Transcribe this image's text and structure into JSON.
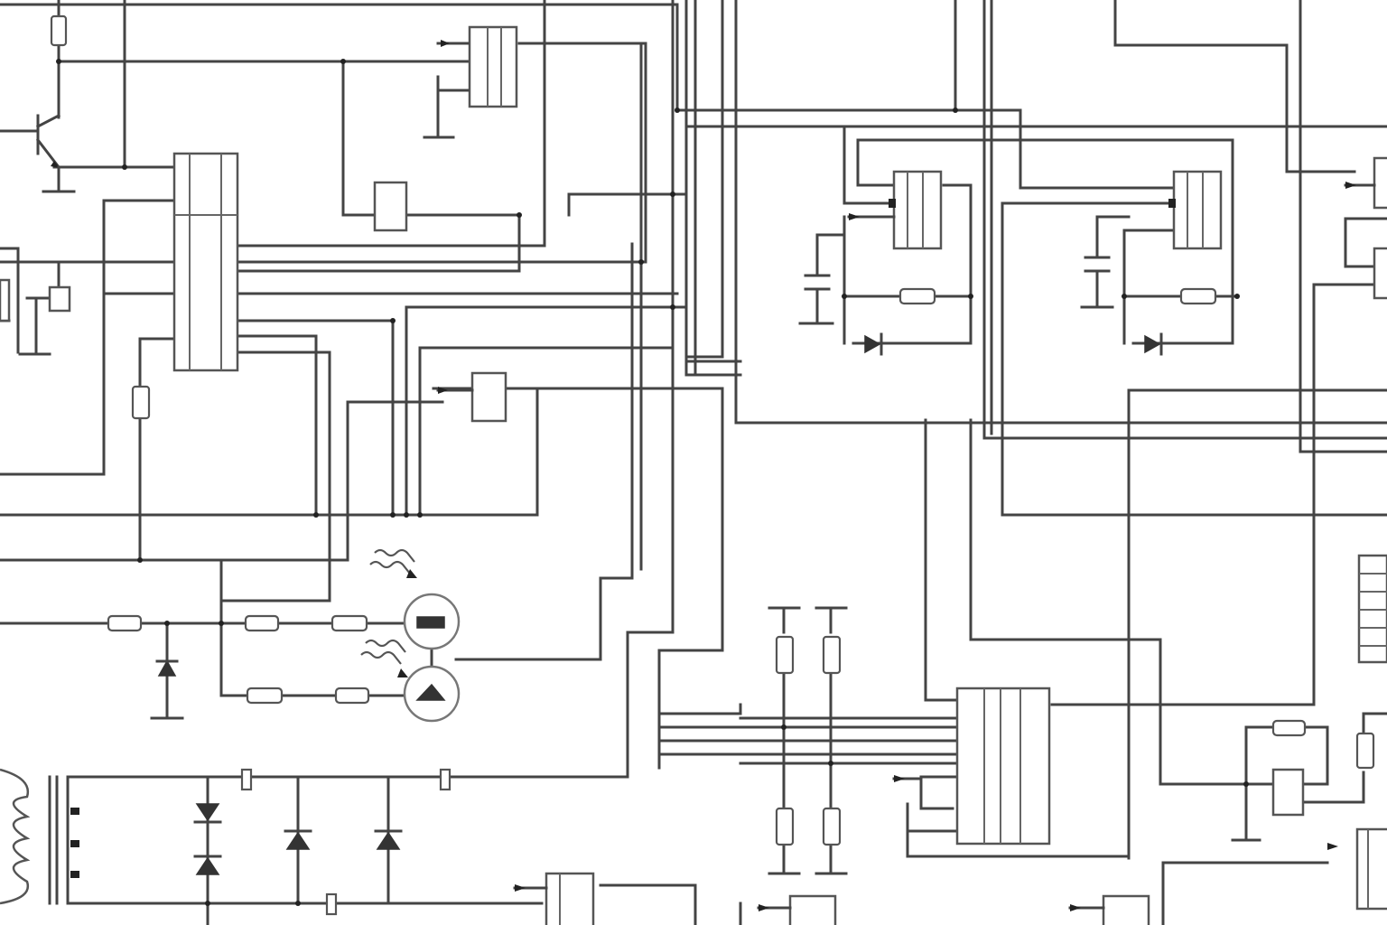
{
  "diagram": {
    "type": "electronic-schematic",
    "colors": {
      "background": "#ffffff",
      "wire": "#444444",
      "component": "#555555"
    },
    "components": [
      {
        "kind": "resistor",
        "count": 22
      },
      {
        "kind": "diode",
        "count": 8
      },
      {
        "kind": "capacitor",
        "count": 3
      },
      {
        "kind": "transistor",
        "count": 1
      },
      {
        "kind": "transformer",
        "count": 1
      },
      {
        "kind": "optocoupler-led-pair",
        "count": 2
      },
      {
        "kind": "logic-ic",
        "count": 14
      },
      {
        "kind": "ground-symbol",
        "count": 6
      }
    ]
  }
}
